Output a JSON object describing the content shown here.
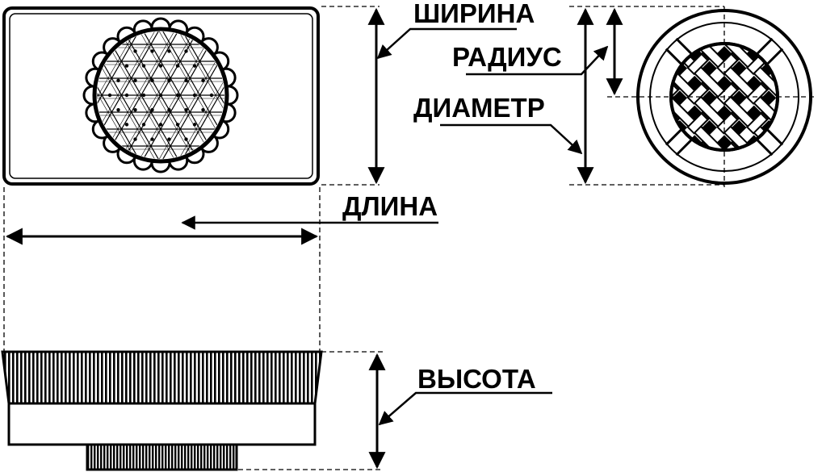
{
  "labels": {
    "width": "ШИРИНА",
    "radius": "РАДИУС",
    "diameter": "ДИАМЕТР",
    "length": "ДЛИНА",
    "height": "ВЫСОТА"
  },
  "colors": {
    "stroke": "#000000",
    "background": "#ffffff"
  }
}
